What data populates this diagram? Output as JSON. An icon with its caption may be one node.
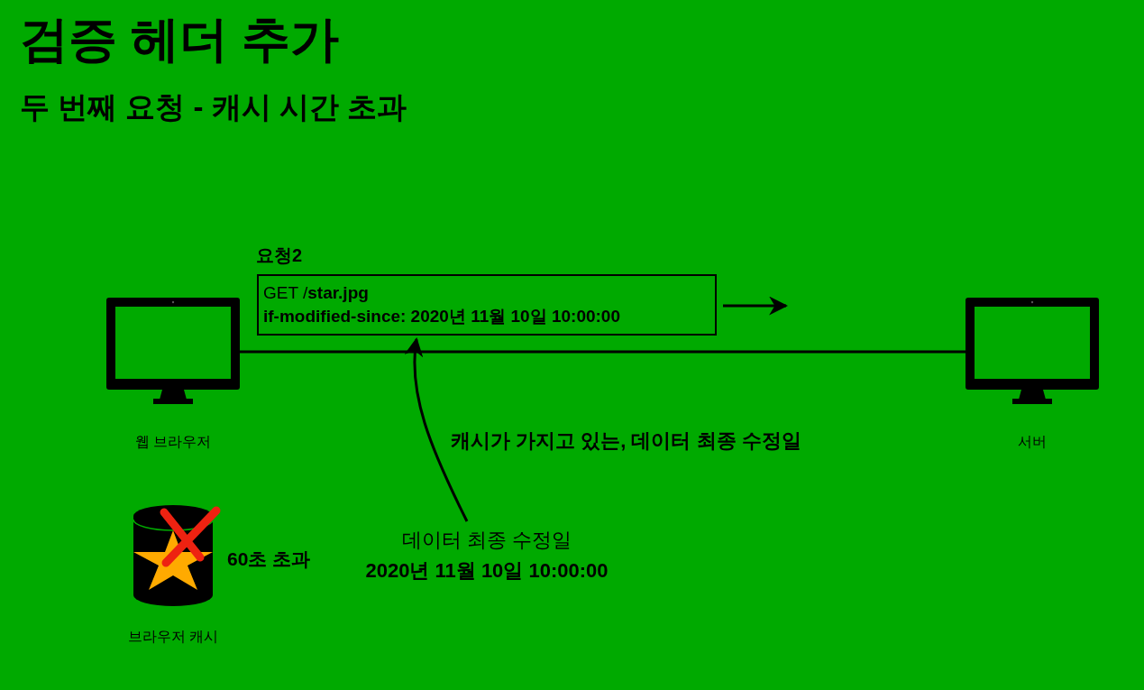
{
  "diagram": {
    "title": "검증 헤더 추가",
    "caption": "두 번째 요청 - 캐시 시간 초과",
    "nodes": [
      {
        "text": [],
        "shape": "monitor",
        "beside": [
          "웹 브라우저"
        ]
      },
      {
        "text": [],
        "shape": "monitor",
        "beside": [
          "서버"
        ]
      },
      {
        "text": [
          "요청2",
          "GET /**star.jpg**",
          "if-modified-since: 2020년 11월 10일 10:00:00"
        ]
      },
      {
        "text": [],
        "shape": "cylinder",
        "beside": [
          "브라우저 캐시",
          "60초 초과"
        ]
      },
      {
        "text": [
          "데이터 최종 수정일",
          "2020년 11월 10일 10:00:00"
        ]
      }
    ],
    "edges": [
      {
        "from": 0,
        "to": 1,
        "arrow": "none"
      },
      {
        "from": 4,
        "to": 2,
        "arrow": "to"
      }
    ],
    "labels": [
      "캐시가 가지고 있는, 데이터 최종 수정일"
    ]
  }
}
